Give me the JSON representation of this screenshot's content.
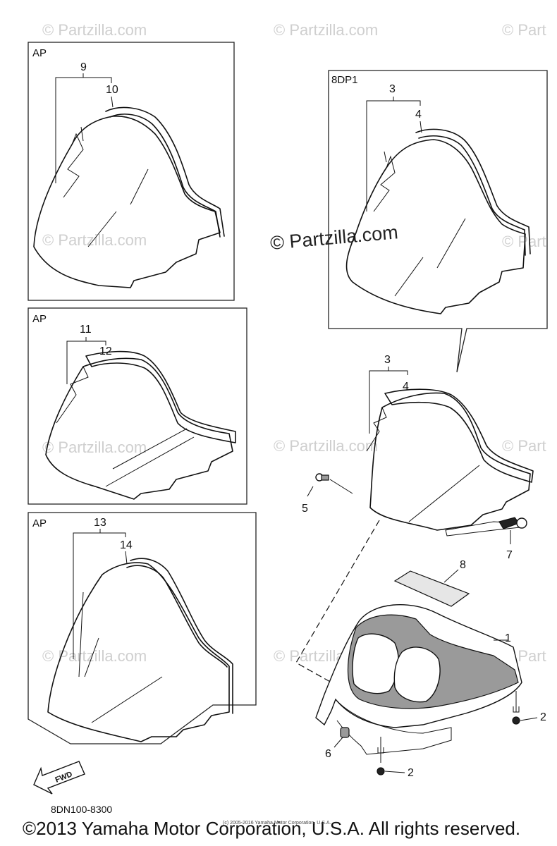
{
  "watermark": "© Partzilla.com",
  "watermark_partial": "© Part",
  "panels": [
    {
      "label": "AP",
      "callouts": [
        "9",
        "10"
      ]
    },
    {
      "label": "AP",
      "callouts": [
        "11",
        "12"
      ]
    },
    {
      "label": "AP",
      "callouts": [
        "13",
        "14"
      ]
    },
    {
      "label": "8DP1",
      "callouts": [
        "3",
        "4"
      ]
    }
  ],
  "main_callouts": {
    "c3": "3",
    "c4": "4",
    "c5": "5",
    "c7": "7",
    "c8": "8",
    "c1": "1",
    "c2a": "2",
    "c2b": "2",
    "c6": "6"
  },
  "fwd_label": "FWD",
  "diagram_code": "8DN100-8300",
  "copyright": "©2013 Yamaha Motor Corporation, U.S.A. All rights reserved.",
  "copyright_small": "(c) 2005-2016 Yamaha Motor Corporation, U.S.A."
}
